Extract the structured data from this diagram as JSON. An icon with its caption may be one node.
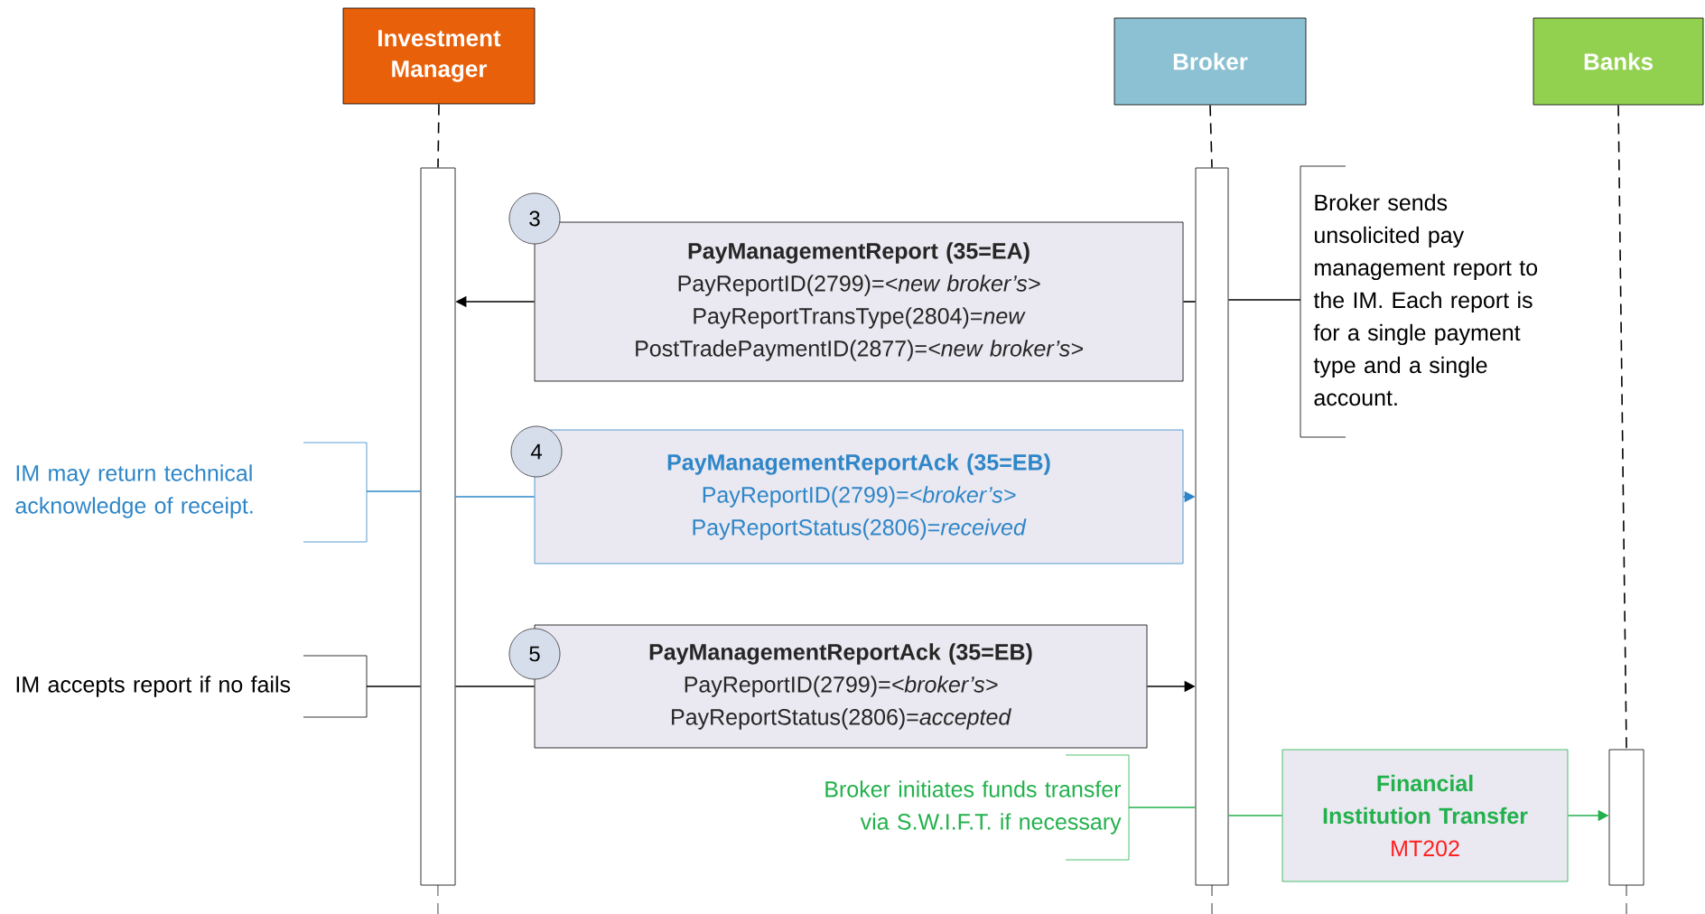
{
  "diagram": {
    "nodes": [
      {
        "text": [
          "Investment Manager"
        ]
      },
      {
        "text": [
          "Broker"
        ]
      },
      {
        "text": [
          "Banks"
        ]
      },
      {
        "text": [],
        "shape": "bar"
      },
      {
        "text": [],
        "shape": "bar"
      },
      {
        "text": [],
        "shape": "bar"
      },
      {
        "text": [
          "PayManagementReport (35=EA)",
          "PayReportID(2799)=*<new broker’s>*",
          "PayReportTransType(2804)=*new*",
          "PostTradePaymentID(2877)=*<new broker’s>*"
        ]
      },
      {
        "text": [
          "3"
        ]
      },
      {
        "text": [
          "PayManagementReportAck (35=EB)",
          "PayReportID(2799)=*<broker’s>*",
          "PayReportStatus(2806)=*received*"
        ]
      },
      {
        "text": [
          "4"
        ]
      },
      {
        "text": [
          "PayManagementReportAck (35=EB)",
          "PayReportID(2799)=*<broker’s>*",
          "PayReportStatus(2806)=*accepted*"
        ]
      },
      {
        "text": [
          "5"
        ]
      },
      {
        "text": [
          "Broker sends unsolicited pay management report to the IM. Each report is for a single payment type and a single account."
        ]
      },
      {
        "text": [
          "IM may return technical acknowledge of receipt."
        ]
      },
      {
        "text": [
          "IM accepts report if no fails"
        ]
      },
      {
        "text": [
          "Broker initiates funds transfer via S.W.I.F.T. if necessary"
        ]
      },
      {
        "text": [
          "Financial Institution Transfer",
          "MT202"
        ]
      }
    ],
    "edges": [
      {
        "from": 0,
        "to": 3,
        "arrow": "none",
        "style": "dashed"
      },
      {
        "from": 1,
        "to": 4,
        "arrow": "none",
        "style": "dashed"
      },
      {
        "from": 2,
        "to": 5,
        "arrow": "none",
        "style": "dashed"
      },
      {
        "from": 4,
        "to": 6,
        "arrow": "none"
      },
      {
        "from": 6,
        "to": 3,
        "arrow": "to"
      },
      {
        "from": 3,
        "to": 8,
        "arrow": "none",
        "color": "#2e86c8"
      },
      {
        "from": 8,
        "to": 4,
        "arrow": "to",
        "color": "#2e86c8"
      },
      {
        "from": 3,
        "to": 10,
        "arrow": "none"
      },
      {
        "from": 10,
        "to": 4,
        "arrow": "to"
      },
      {
        "from": 4,
        "to": 16,
        "arrow": "none",
        "color": "#22b14c"
      },
      {
        "from": 16,
        "to": 5,
        "arrow": "to",
        "color": "#22b14c"
      },
      {
        "from": 12,
        "to": 4,
        "arrow": "none"
      },
      {
        "from": 13,
        "to": 3,
        "arrow": "none",
        "color": "#2e86c8"
      },
      {
        "from": 14,
        "to": 3,
        "arrow": "none"
      },
      {
        "from": 15,
        "to": 4,
        "arrow": "none",
        "color": "#22b14c"
      }
    ]
  }
}
